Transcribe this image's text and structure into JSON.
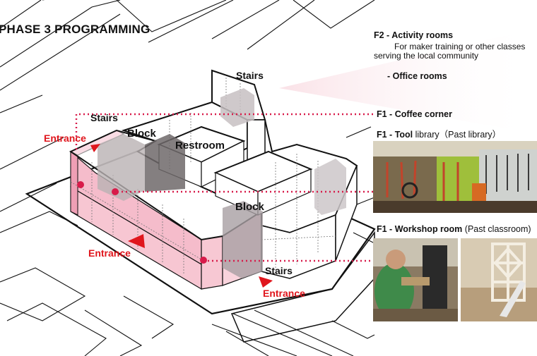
{
  "title": "PHASE 3 PROGRAMMING",
  "labels": {
    "stairs_top": "Stairs",
    "stairs_left": "Stairs",
    "stairs_bottom": "Stairs",
    "block_left": "Block",
    "block_center": "Block",
    "restroom": "Restroom",
    "entrance_left": "Entrance",
    "entrance_bottom_left": "Entrance",
    "entrance_bottom_right": "Entrance"
  },
  "notes": {
    "f2_activity": "F2 - Activity rooms",
    "f2_activity_desc_1": "For maker training or other classes",
    "f2_activity_desc_2": "serving the local community",
    "f2_office": "- Office rooms",
    "f1_coffee": "F1 - Coffee corner",
    "f1_tool_bold": "F1 - Tool",
    "f1_tool_rest": " library（Past library）",
    "f1_workshop_bold": "F1 - Workshop room",
    "f1_workshop_rest": " (Past classroom)"
  },
  "colors": {
    "accent": "#d81b4a",
    "entrance_red": "#e0161d",
    "pink_fill": "#f3b8c6",
    "pink_light": "#fbe3e8",
    "block_gray": "#8a8385"
  }
}
